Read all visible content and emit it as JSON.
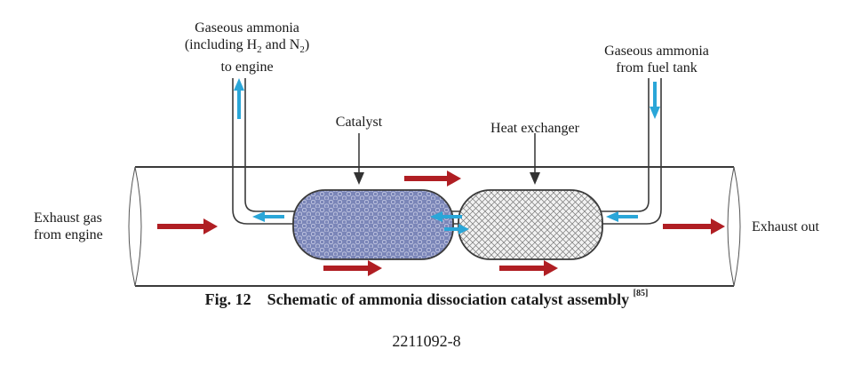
{
  "labels": {
    "ammonia_to_engine_line1": "Gaseous ammonia",
    "ammonia_to_engine_line2_pre": "(including H",
    "h2_sub": "2",
    "ammonia_to_engine_line2_mid": " and N",
    "n2_sub": "2",
    "ammonia_to_engine_line2_post": ")",
    "ammonia_to_engine_line3": "to engine",
    "ammonia_from_tank_line1": "Gaseous ammonia",
    "ammonia_from_tank_line2": "from fuel tank",
    "catalyst": "Catalyst",
    "heat_exchanger": "Heat exchanger",
    "exhaust_in_line1": "Exhaust gas",
    "exhaust_in_line2": "from engine",
    "exhaust_out": "Exhaust out"
  },
  "caption": {
    "fig_number": "Fig. 12",
    "title": "Schematic of ammonia dissociation catalyst assembly",
    "ref": "[85]"
  },
  "page_number": "2211092-8",
  "colors": {
    "exhaust_arrow": "#b01e23",
    "ammonia_arrow": "#2aa6d8",
    "catalyst_fill": "#7b86b8",
    "heat_exchanger_fill": "#e8e8e8",
    "outline": "#3a3a3a"
  }
}
